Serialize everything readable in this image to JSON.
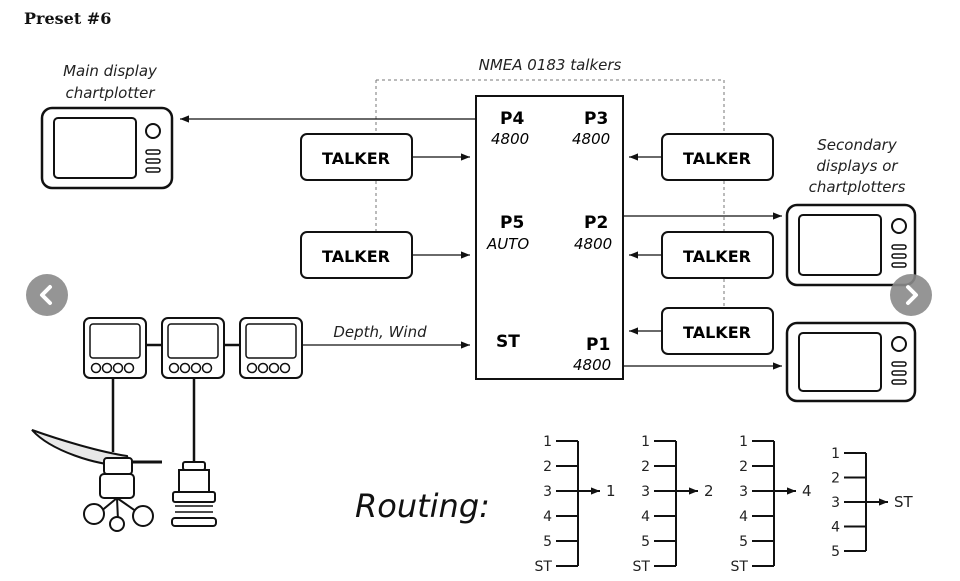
{
  "title": "Preset #6",
  "nmea_label": "NMEA 0183 talkers",
  "main_display_label": [
    "Main display",
    "chartplotter"
  ],
  "secondary_label": [
    "Secondary",
    "displays or",
    "chartplotters"
  ],
  "talker_label": "TALKER",
  "ports": {
    "p4": {
      "name": "P4",
      "speed": "4800"
    },
    "p3": {
      "name": "P3",
      "speed": "4800"
    },
    "p5": {
      "name": "P5",
      "speed": "AUTO"
    },
    "p2": {
      "name": "P2",
      "speed": "4800"
    },
    "st": {
      "name": "ST"
    },
    "p1": {
      "name": "P1",
      "speed": "4800"
    }
  },
  "depth_wind_label": "Depth, Wind",
  "routing_label": "Routing:",
  "routing": [
    {
      "inputs": [
        "1",
        "2",
        "3",
        "4",
        "5",
        "ST"
      ],
      "output": "1"
    },
    {
      "inputs": [
        "1",
        "2",
        "3",
        "4",
        "5",
        "ST"
      ],
      "output": "2"
    },
    {
      "inputs": [
        "1",
        "2",
        "3",
        "4",
        "5",
        "ST"
      ],
      "output": "4"
    },
    {
      "inputs": [
        "1",
        "2",
        "3",
        "4",
        "5"
      ],
      "output": "ST"
    }
  ],
  "nav": {
    "prev_icon": "chevron-left-icon",
    "next_icon": "chevron-right-icon"
  }
}
